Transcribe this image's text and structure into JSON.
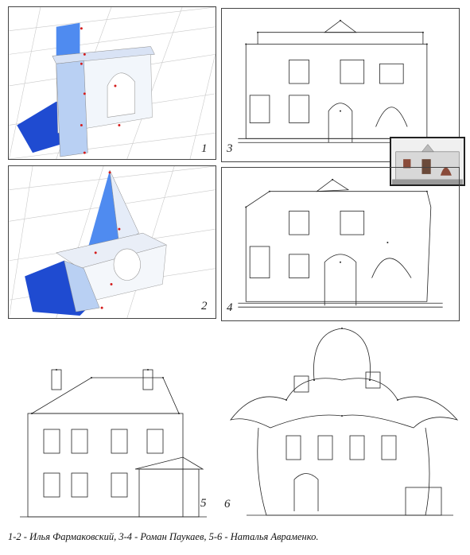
{
  "panels": {
    "p1": {
      "number": "1"
    },
    "p2": {
      "number": "2"
    },
    "p3": {
      "number": "3"
    },
    "p4": {
      "number": "4"
    },
    "p5": {
      "number": "5"
    },
    "p6": {
      "number": "6"
    }
  },
  "caption": "1-2 - Илья Фармаковский, 3-4 - Роман Паукаев, 5-6 - Наталья Авраменко."
}
